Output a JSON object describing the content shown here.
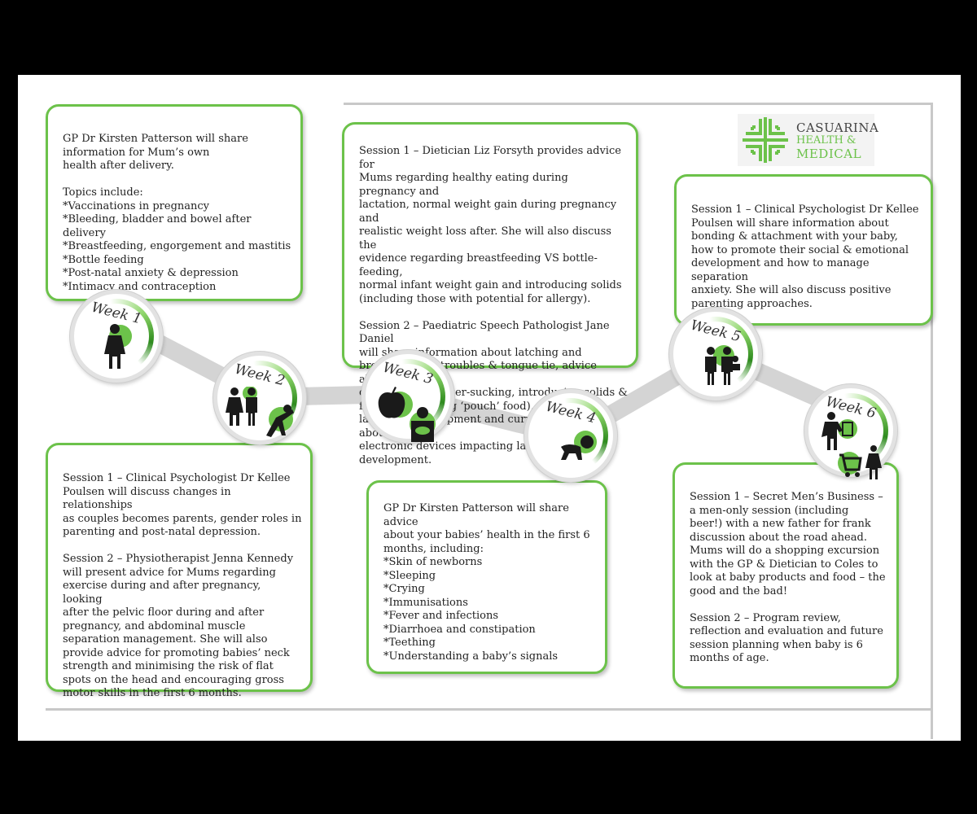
{
  "logo": {
    "line1": "CASUARINA",
    "line2": "HEALTH &",
    "line3": "MEDICAL"
  },
  "weeks": [
    "Week 1",
    "Week 2",
    "Week 3",
    "Week 4",
    "Week 5",
    "Week 6"
  ],
  "boxes": {
    "week1": "GP Dr Kirsten Patterson will share\ninformation for Mum’s own\nhealth after delivery.\n\nTopics include:\n*Vaccinations in pregnancy\n*Bleeding, bladder and bowel after delivery\n*Breastfeeding, engorgement and mastitis\n*Bottle feeding\n*Post-natal anxiety & depression\n*Intimacy and contraception",
    "week2": "Session 1 – Clinical Psychologist Dr Kellee\nPoulsen will discuss changes in relationships\nas couples becomes parents, gender roles in\nparenting and post-natal depression.\n\nSession 2 – Physiotherapist Jenna Kennedy\nwill present advice for Mums regarding\nexercise during and after pregnancy, looking\nafter the pelvic floor during and after\npregnancy, and abdominal muscle\nseparation management. She will also\nprovide advice for promoting babies’ neck\nstrength and minimising the risk of flat\nspots on the head and encouraging gross\nmotor skills in the first 6 months.",
    "week3": "Session 1 – Dietician Liz Forsyth provides advice for\nMums regarding healthy eating during pregnancy and\nlactation, normal weight gain during pregnancy and\nrealistic weight loss after. She will also discuss the\nevidence regarding breastfeeding VS bottle-feeding,\nnormal infant weight gain and introducing solids\n(including those with potential for allergy).\n\nSession 2 – Paediatric Speech Pathologist Jane Daniel\nwill share information about latching and\nbreast-feeding troubles & tongue tie, advice about\ndummies and finger-sucking, introducing solids &\nfeeding (including ‘pouch’ food), encouraging\nlanguage development and current evidence about\nelectronic devices impacting language development.",
    "week4": "GP Dr Kirsten Patterson will share advice\nabout your babies’ health in the first 6\nmonths, including:\n*Skin of newborns\n*Sleeping\n*Crying\n*Immunisations\n*Fever and infections\n*Diarrhoea and constipation\n*Teething\n*Understanding a baby’s signals",
    "week5": "Session 1 – Clinical Psychologist Dr Kellee\nPoulsen will share information about\nbonding & attachment with your baby,\nhow to promote their social & emotional\ndevelopment and how to manage separation\nanxiety. She will also discuss positive\nparenting approaches.",
    "week6": "Session 1 – Secret Men’s Business –\na men-only session (including\nbeer!) with a new father for frank\ndiscussion about the road ahead.\nMums will do a shopping excursion\nwith the GP & Dietician to Coles to\nlook at baby products and food – the\ngood and the bad!\n\nSession 2 – Program review,\nreflection and evaluation and future\nsession planning when baby is 6\nmonths of age."
  },
  "colors": {
    "accent": "#6cc24a",
    "dark_green": "#2e8b1e",
    "icon": "#1a1a1a"
  },
  "icons": [
    "woman-icon",
    "couple-icon",
    "stretching-woman-icon",
    "apple-icon",
    "breastfeeding-icon",
    "crawling-baby-icon",
    "family-icon",
    "man-with-beer-icon",
    "woman-with-cart-icon"
  ]
}
